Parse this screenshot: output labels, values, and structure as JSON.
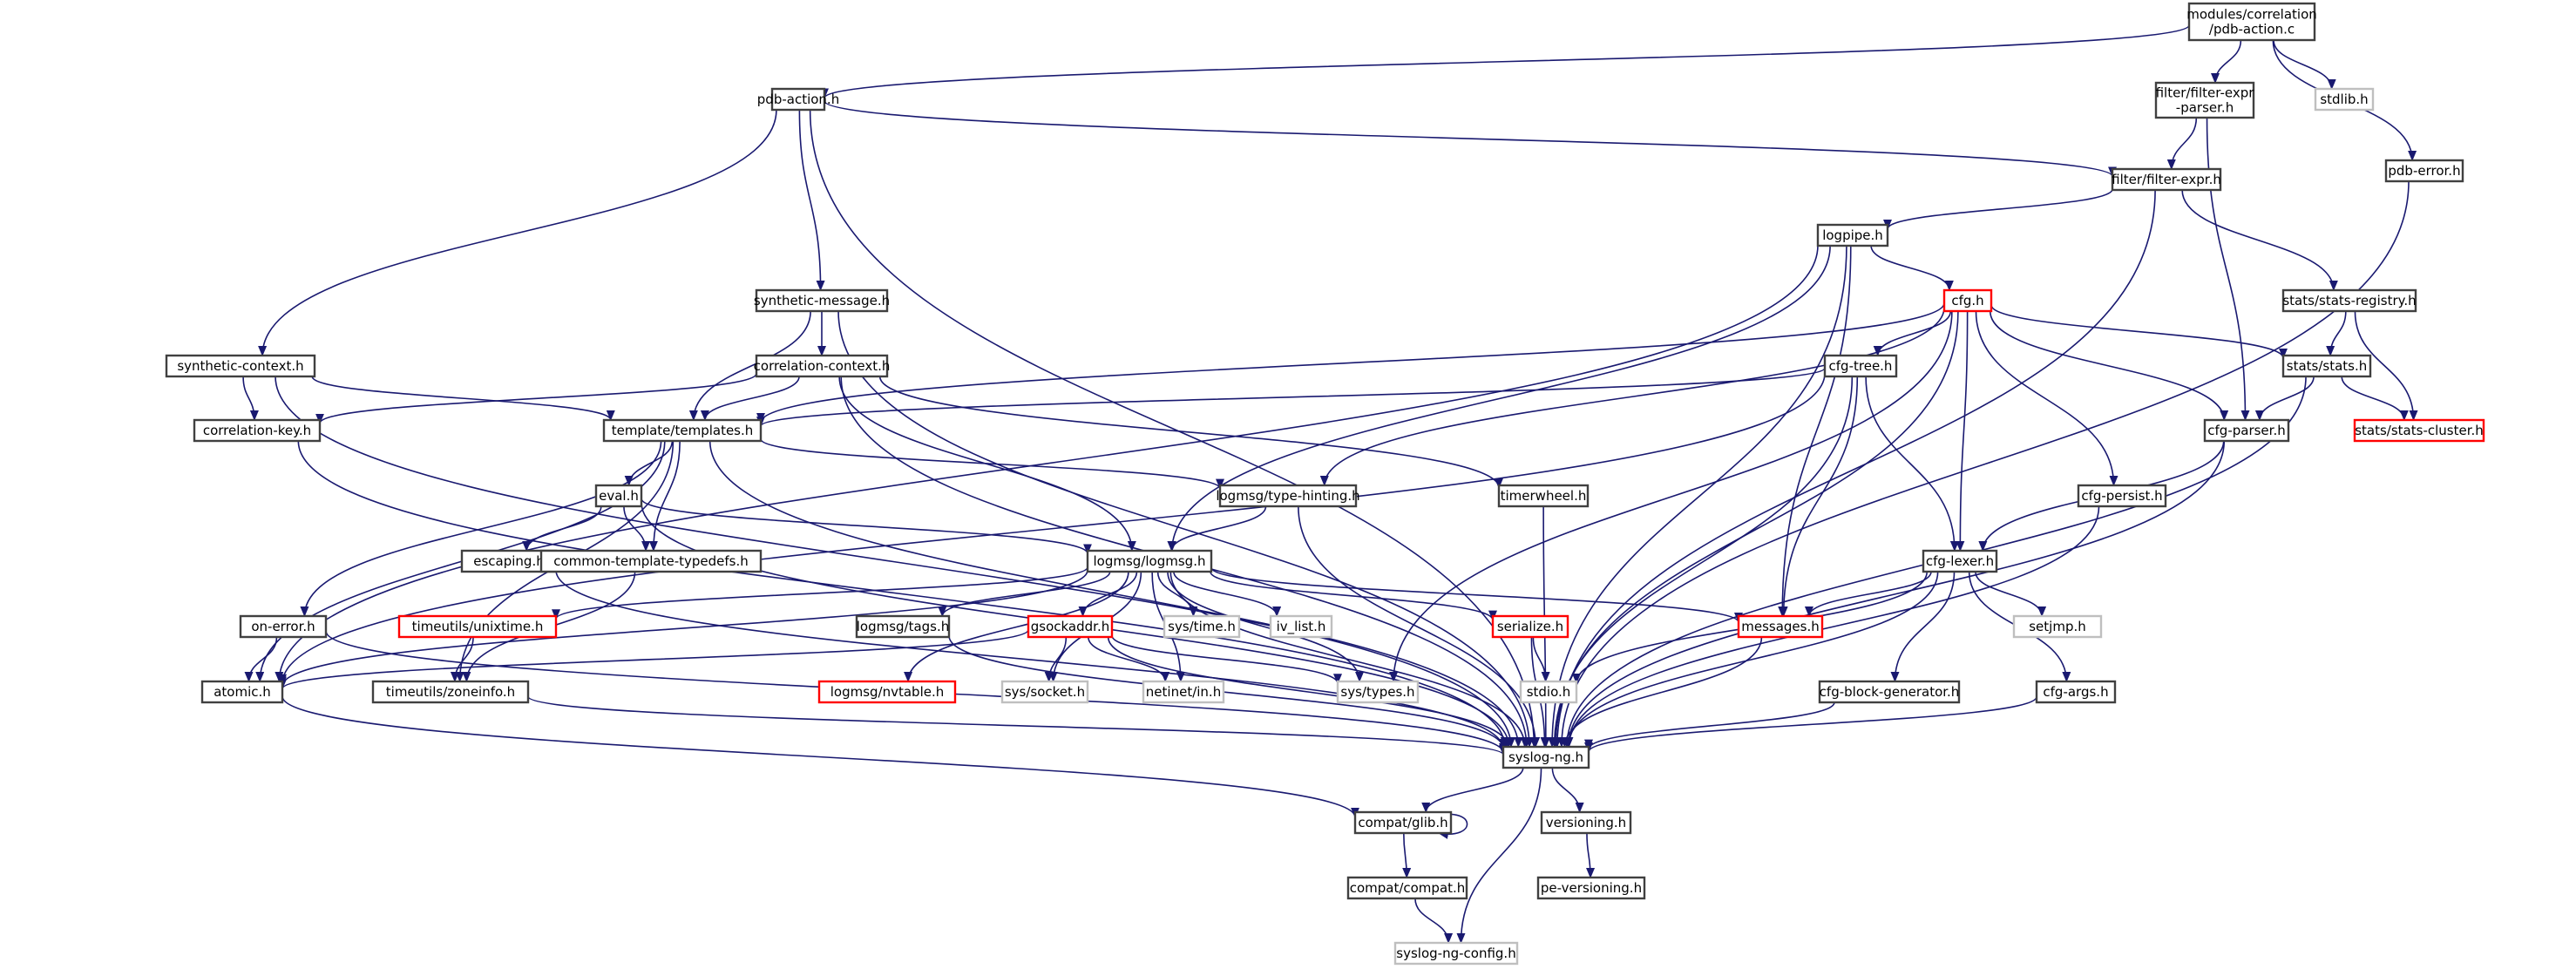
{
  "diagram": {
    "type": "include-dependency-graph",
    "colors": {
      "edge": "#191970",
      "root_fill": "#bfbfbf",
      "root_border": "#404040",
      "normal_border": "#404040",
      "truncated_border": "#ff0000",
      "external_border": "#bfbfbf",
      "node_fill": "#ffffff"
    },
    "nodes": [
      {
        "id": "root",
        "label": "modules/correlation\n/pdb-action.c",
        "kind": "root"
      },
      {
        "id": "pdb_action_h",
        "label": "pdb-action.h",
        "kind": "normal"
      },
      {
        "id": "filter_expr_parser",
        "label": "filter/filter-expr\n-parser.h",
        "kind": "normal"
      },
      {
        "id": "stdlib",
        "label": "stdlib.h",
        "kind": "external"
      },
      {
        "id": "pdb_error",
        "label": "pdb-error.h",
        "kind": "normal"
      },
      {
        "id": "filter_expr",
        "label": "filter/filter-expr.h",
        "kind": "normal"
      },
      {
        "id": "logpipe",
        "label": "logpipe.h",
        "kind": "normal"
      },
      {
        "id": "synthetic_message",
        "label": "synthetic-message.h",
        "kind": "normal"
      },
      {
        "id": "cfg",
        "label": "cfg.h",
        "kind": "truncated"
      },
      {
        "id": "stats_registry",
        "label": "stats/stats-registry.h",
        "kind": "normal"
      },
      {
        "id": "synthetic_context",
        "label": "synthetic-context.h",
        "kind": "normal"
      },
      {
        "id": "correlation_context",
        "label": "correlation-context.h",
        "kind": "normal"
      },
      {
        "id": "cfg_tree",
        "label": "cfg-tree.h",
        "kind": "normal"
      },
      {
        "id": "stats",
        "label": "stats/stats.h",
        "kind": "normal"
      },
      {
        "id": "correlation_key",
        "label": "correlation-key.h",
        "kind": "normal"
      },
      {
        "id": "templates",
        "label": "template/templates.h",
        "kind": "normal"
      },
      {
        "id": "cfg_parser",
        "label": "cfg-parser.h",
        "kind": "normal"
      },
      {
        "id": "stats_cluster",
        "label": "stats/stats-cluster.h",
        "kind": "truncated"
      },
      {
        "id": "eval",
        "label": "eval.h",
        "kind": "normal"
      },
      {
        "id": "type_hinting",
        "label": "logmsg/type-hinting.h",
        "kind": "normal"
      },
      {
        "id": "timerwheel",
        "label": "timerwheel.h",
        "kind": "normal"
      },
      {
        "id": "cfg_persist",
        "label": "cfg-persist.h",
        "kind": "normal"
      },
      {
        "id": "escaping",
        "label": "escaping.h",
        "kind": "normal"
      },
      {
        "id": "common_template_typedefs",
        "label": "common-template-typedefs.h",
        "kind": "normal"
      },
      {
        "id": "logmsg",
        "label": "logmsg/logmsg.h",
        "kind": "normal"
      },
      {
        "id": "cfg_lexer",
        "label": "cfg-lexer.h",
        "kind": "normal"
      },
      {
        "id": "on_error",
        "label": "on-error.h",
        "kind": "normal"
      },
      {
        "id": "unixtime",
        "label": "timeutils/unixtime.h",
        "kind": "truncated"
      },
      {
        "id": "tags",
        "label": "logmsg/tags.h",
        "kind": "normal"
      },
      {
        "id": "gsockaddr",
        "label": "gsockaddr.h",
        "kind": "truncated"
      },
      {
        "id": "sys_time",
        "label": "sys/time.h",
        "kind": "external"
      },
      {
        "id": "iv_list",
        "label": "iv_list.h",
        "kind": "external"
      },
      {
        "id": "serialize",
        "label": "serialize.h",
        "kind": "truncated"
      },
      {
        "id": "messages",
        "label": "messages.h",
        "kind": "truncated"
      },
      {
        "id": "setjmp",
        "label": "setjmp.h",
        "kind": "external"
      },
      {
        "id": "atomic",
        "label": "atomic.h",
        "kind": "normal"
      },
      {
        "id": "zoneinfo",
        "label": "timeutils/zoneinfo.h",
        "kind": "normal"
      },
      {
        "id": "nvtable",
        "label": "logmsg/nvtable.h",
        "kind": "truncated"
      },
      {
        "id": "sys_socket",
        "label": "sys/socket.h",
        "kind": "external"
      },
      {
        "id": "netinet_in",
        "label": "netinet/in.h",
        "kind": "external"
      },
      {
        "id": "sys_types",
        "label": "sys/types.h",
        "kind": "external"
      },
      {
        "id": "stdio",
        "label": "stdio.h",
        "kind": "external"
      },
      {
        "id": "cfg_block_generator",
        "label": "cfg-block-generator.h",
        "kind": "normal"
      },
      {
        "id": "cfg_args",
        "label": "cfg-args.h",
        "kind": "normal"
      },
      {
        "id": "syslog_ng",
        "label": "syslog-ng.h",
        "kind": "normal"
      },
      {
        "id": "compat_glib",
        "label": "compat/glib.h",
        "kind": "normal"
      },
      {
        "id": "versioning",
        "label": "versioning.h",
        "kind": "normal"
      },
      {
        "id": "compat_compat",
        "label": "compat/compat.h",
        "kind": "normal"
      },
      {
        "id": "pe_versioning",
        "label": "pe-versioning.h",
        "kind": "normal"
      },
      {
        "id": "syslog_ng_config",
        "label": "syslog-ng-config.h",
        "kind": "external"
      }
    ],
    "edges": [
      [
        "root",
        "pdb_action_h"
      ],
      [
        "root",
        "filter_expr_parser"
      ],
      [
        "root",
        "stdlib"
      ],
      [
        "root",
        "pdb_error"
      ],
      [
        "pdb_action_h",
        "synthetic_message"
      ],
      [
        "pdb_action_h",
        "synthetic_context"
      ],
      [
        "pdb_action_h",
        "filter_expr"
      ],
      [
        "pdb_action_h",
        "syslog_ng"
      ],
      [
        "filter_expr_parser",
        "filter_expr"
      ],
      [
        "filter_expr_parser",
        "cfg_parser"
      ],
      [
        "pdb_error",
        "syslog_ng"
      ],
      [
        "filter_expr",
        "logpipe"
      ],
      [
        "filter_expr",
        "stats_registry"
      ],
      [
        "filter_expr",
        "syslog_ng"
      ],
      [
        "logpipe",
        "cfg"
      ],
      [
        "logpipe",
        "logmsg"
      ],
      [
        "logpipe",
        "messages"
      ],
      [
        "logpipe",
        "atomic"
      ],
      [
        "logpipe",
        "syslog_ng"
      ],
      [
        "synthetic_message",
        "correlation_context"
      ],
      [
        "synthetic_message",
        "templates"
      ],
      [
        "synthetic_message",
        "syslog_ng"
      ],
      [
        "synthetic_context",
        "correlation_key"
      ],
      [
        "synthetic_context",
        "templates"
      ],
      [
        "synthetic_context",
        "syslog_ng"
      ],
      [
        "correlation_context",
        "correlation_key"
      ],
      [
        "correlation_context",
        "templates"
      ],
      [
        "correlation_context",
        "timerwheel"
      ],
      [
        "correlation_context",
        "logmsg"
      ],
      [
        "correlation_context",
        "syslog_ng"
      ],
      [
        "cfg",
        "cfg_tree"
      ],
      [
        "cfg",
        "cfg_lexer"
      ],
      [
        "cfg",
        "cfg_parser"
      ],
      [
        "cfg",
        "stats"
      ],
      [
        "cfg",
        "cfg_persist"
      ],
      [
        "cfg",
        "templates"
      ],
      [
        "cfg",
        "type_hinting"
      ],
      [
        "cfg",
        "sys_types"
      ],
      [
        "cfg",
        "syslog_ng"
      ],
      [
        "stats_registry",
        "stats"
      ],
      [
        "stats_registry",
        "stats_cluster"
      ],
      [
        "stats",
        "cfg_parser"
      ],
      [
        "stats",
        "stats_cluster"
      ],
      [
        "stats",
        "syslog_ng"
      ],
      [
        "cfg_tree",
        "templates"
      ],
      [
        "cfg_tree",
        "cfg_lexer"
      ],
      [
        "cfg_tree",
        "messages"
      ],
      [
        "cfg_tree",
        "atomic"
      ],
      [
        "cfg_tree",
        "syslog_ng"
      ],
      [
        "cfg_parser",
        "cfg_lexer"
      ],
      [
        "cfg_parser",
        "syslog_ng"
      ],
      [
        "correlation_key",
        "syslog_ng"
      ],
      [
        "templates",
        "eval"
      ],
      [
        "templates",
        "common_template_typedefs"
      ],
      [
        "templates",
        "type_hinting"
      ],
      [
        "templates",
        "on_error"
      ],
      [
        "templates",
        "atomic"
      ],
      [
        "templates",
        "zoneinfo"
      ],
      [
        "templates",
        "syslog_ng"
      ],
      [
        "eval",
        "escaping"
      ],
      [
        "eval",
        "common_template_typedefs"
      ],
      [
        "eval",
        "logmsg"
      ],
      [
        "eval",
        "syslog_ng"
      ],
      [
        "type_hinting",
        "logmsg"
      ],
      [
        "type_hinting",
        "syslog_ng"
      ],
      [
        "timerwheel",
        "syslog_ng"
      ],
      [
        "cfg_persist",
        "syslog_ng"
      ],
      [
        "escaping",
        "syslog_ng"
      ],
      [
        "common_template_typedefs",
        "zoneinfo"
      ],
      [
        "logmsg",
        "tags"
      ],
      [
        "logmsg",
        "gsockaddr"
      ],
      [
        "logmsg",
        "sys_time"
      ],
      [
        "logmsg",
        "iv_list"
      ],
      [
        "logmsg",
        "serialize"
      ],
      [
        "logmsg",
        "messages"
      ],
      [
        "logmsg",
        "unixtime"
      ],
      [
        "logmsg",
        "nvtable"
      ],
      [
        "logmsg",
        "sys_socket"
      ],
      [
        "logmsg",
        "netinet_in"
      ],
      [
        "logmsg",
        "sys_types"
      ],
      [
        "logmsg",
        "atomic"
      ],
      [
        "logmsg",
        "syslog_ng"
      ],
      [
        "cfg_lexer",
        "messages"
      ],
      [
        "cfg_lexer",
        "setjmp"
      ],
      [
        "cfg_lexer",
        "cfg_block_generator"
      ],
      [
        "cfg_lexer",
        "cfg_args"
      ],
      [
        "cfg_lexer",
        "stdio"
      ],
      [
        "cfg_lexer",
        "syslog_ng"
      ],
      [
        "on_error",
        "atomic"
      ],
      [
        "on_error",
        "syslog_ng"
      ],
      [
        "unixtime",
        "zoneinfo"
      ],
      [
        "tags",
        "syslog_ng"
      ],
      [
        "gsockaddr",
        "sys_socket"
      ],
      [
        "gsockaddr",
        "netinet_in"
      ],
      [
        "gsockaddr",
        "sys_types"
      ],
      [
        "gsockaddr",
        "atomic"
      ],
      [
        "gsockaddr",
        "syslog_ng"
      ],
      [
        "serialize",
        "stdio"
      ],
      [
        "serialize",
        "syslog_ng"
      ],
      [
        "messages",
        "syslog_ng"
      ],
      [
        "atomic",
        "compat_glib"
      ],
      [
        "zoneinfo",
        "syslog_ng"
      ],
      [
        "cfg_block_generator",
        "syslog_ng"
      ],
      [
        "cfg_args",
        "syslog_ng"
      ],
      [
        "syslog_ng",
        "compat_glib"
      ],
      [
        "syslog_ng",
        "versioning"
      ],
      [
        "syslog_ng",
        "syslog_ng_config"
      ],
      [
        "compat_glib",
        "compat_glib"
      ],
      [
        "compat_glib",
        "compat_compat"
      ],
      [
        "versioning",
        "pe_versioning"
      ],
      [
        "compat_compat",
        "syslog_ng_config"
      ]
    ]
  }
}
